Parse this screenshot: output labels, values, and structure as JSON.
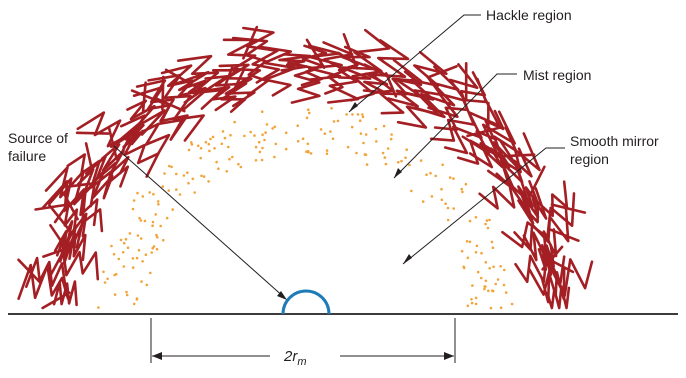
{
  "labels": {
    "hackle": "Hackle region",
    "mist": "Mist region",
    "mirror_line1": "Smooth mirror",
    "mirror_line2": "region",
    "source_line1": "Source of",
    "source_line2": "failure"
  },
  "dimension": {
    "prefix": "2",
    "symbol": "r",
    "subscript": "m"
  },
  "colors": {
    "hackle": "#a31f24",
    "mist": "#f2a33a",
    "origin": "#1f7ab8",
    "line": "#231f20"
  }
}
